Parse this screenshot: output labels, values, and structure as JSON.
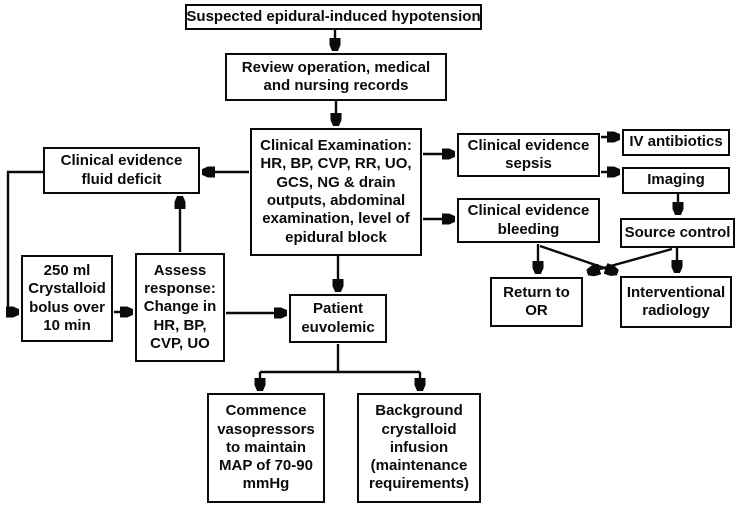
{
  "diagram": {
    "type": "flowchart",
    "title": "Suspected epidural-induced hypotension management algorithm",
    "colors": {
      "border": "#0b0b0b",
      "text": "#0b0b0b",
      "background": "#ffffff"
    },
    "nodes": {
      "hypotension": {
        "label": "Suspected epidural-induced hypotension"
      },
      "review": {
        "label": "Review operation, medical\nand nursing records"
      },
      "exam": {
        "label": "Clinical Examination:\nHR, BP, CVP, RR, UO,\nGCS, NG & drain\noutputs, abdominal\nexamination, level of\nepidural block"
      },
      "fluid_deficit": {
        "label": "Clinical evidence\nfluid deficit"
      },
      "bolus": {
        "label": "250 ml\nCrystalloid\nbolus over\n10 min"
      },
      "assess": {
        "label": "Assess\nresponse:\nChange in\nHR, BP,\nCVP, UO"
      },
      "euvolemic": {
        "label": "Patient\neuvolemic"
      },
      "vasopressors": {
        "label": "Commence\nvasopressors\nto maintain\nMAP of 70-90\nmmHg"
      },
      "maintenance": {
        "label": "Background\ncrystalloid\ninfusion\n(maintenance\nrequirements)"
      },
      "sepsis": {
        "label": "Clinical evidence\nsepsis"
      },
      "iv_antibiotics": {
        "label": "IV antibiotics"
      },
      "imaging": {
        "label": "Imaging"
      },
      "bleeding": {
        "label": "Clinical evidence\nbleeding"
      },
      "source_control": {
        "label": "Source control"
      },
      "return_or": {
        "label": "Return to\nOR"
      },
      "interventional": {
        "label": "Interventional\nradiology"
      }
    },
    "edges": [
      {
        "from": "hypotension",
        "to": "review"
      },
      {
        "from": "review",
        "to": "exam"
      },
      {
        "from": "exam",
        "to": "fluid_deficit"
      },
      {
        "from": "exam",
        "to": "sepsis"
      },
      {
        "from": "exam",
        "to": "bleeding"
      },
      {
        "from": "exam",
        "to": "euvolemic"
      },
      {
        "from": "fluid_deficit",
        "to": "bolus"
      },
      {
        "from": "bolus",
        "to": "assess"
      },
      {
        "from": "assess",
        "to": "fluid_deficit"
      },
      {
        "from": "assess",
        "to": "euvolemic"
      },
      {
        "from": "euvolemic",
        "to": "vasopressors"
      },
      {
        "from": "euvolemic",
        "to": "maintenance"
      },
      {
        "from": "sepsis",
        "to": "iv_antibiotics"
      },
      {
        "from": "sepsis",
        "to": "imaging"
      },
      {
        "from": "imaging",
        "to": "source_control"
      },
      {
        "from": "bleeding",
        "to": "return_or"
      },
      {
        "from": "bleeding",
        "to": "interventional"
      },
      {
        "from": "source_control",
        "to": "interventional"
      },
      {
        "from": "source_control",
        "to": "return_or"
      }
    ]
  }
}
